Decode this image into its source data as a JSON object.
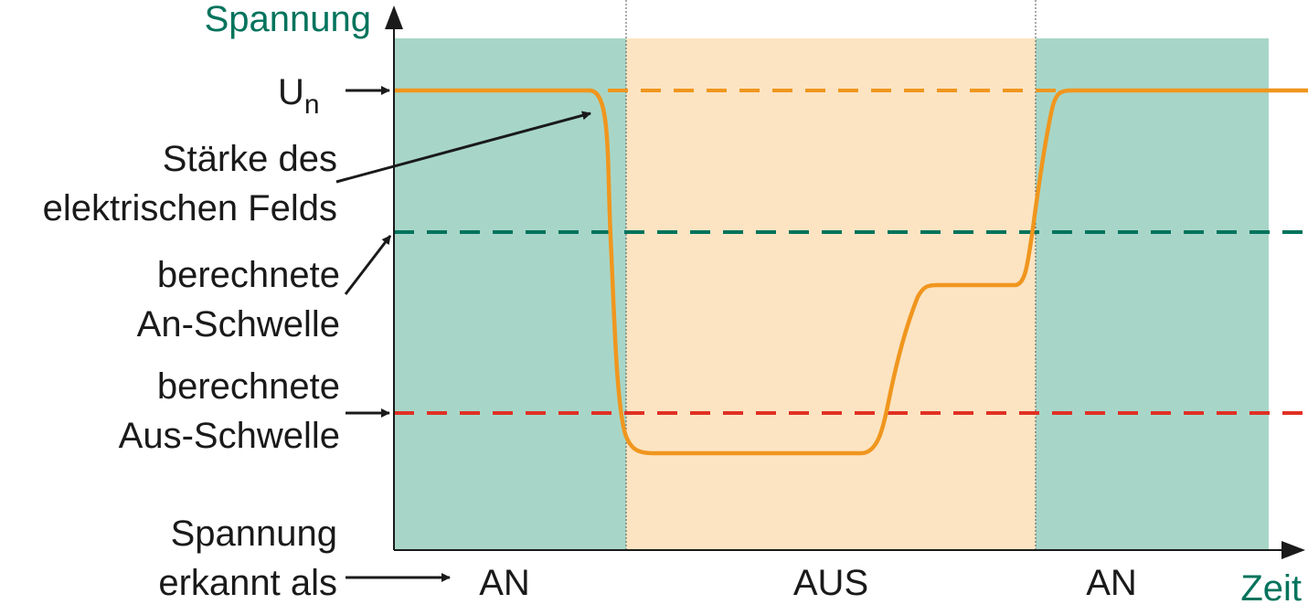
{
  "axes": {
    "y_label": "Spannung",
    "x_label": "Zeit"
  },
  "levels": {
    "nominal": {
      "main": "U",
      "sub": "n"
    },
    "field_strength": {
      "line1": "Stärke des",
      "line2": "elektrischen Felds"
    },
    "on_threshold": {
      "line1": "berechnete",
      "line2": "An-Schwelle"
    },
    "off_threshold": {
      "line1": "berechnete",
      "line2": "Aus-Schwelle"
    }
  },
  "detected": {
    "line1": "Spannung",
    "line2": "erkannt als",
    "states": [
      "AN",
      "AUS",
      "AN"
    ]
  },
  "colors": {
    "on_zone": "#a7d6c8",
    "off_zone": "#fce4c2",
    "signal": "#f0961e",
    "on_threshold": "#00735c",
    "off_threshold": "#e03024",
    "axis_label": "#00735c",
    "text": "#1a1a1a"
  }
}
